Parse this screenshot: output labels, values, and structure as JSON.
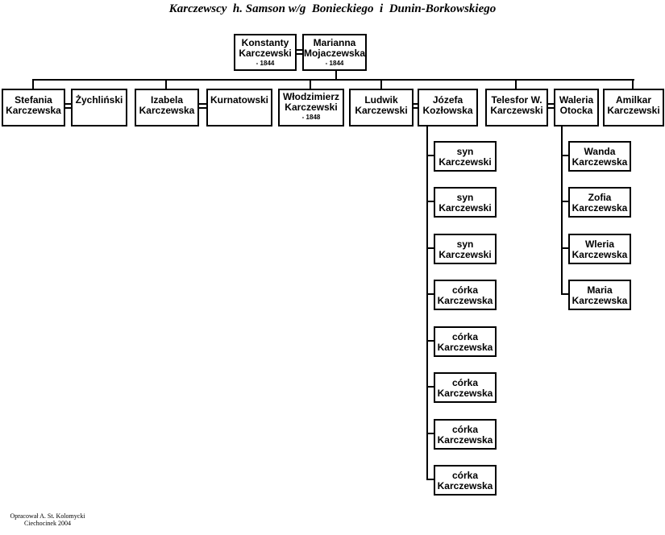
{
  "title": "Karczewscy  h. Samson w/g  Bonieckiego  i  Dunin-Borkowskiego",
  "credit": {
    "line1": "Opracował A. St. Kolomycki",
    "line2": "Ciechocinek 2004"
  },
  "colors": {
    "background": "#ffffff",
    "line": "#000000",
    "text": "#000000"
  },
  "people": {
    "konstanty": {
      "name": "Konstanty\nKarczewski",
      "date": "- 1844"
    },
    "marianna": {
      "name": "Marianna\nMojaczewska",
      "date": "- 1844"
    },
    "stefania": {
      "name": "Stefania\nKarczewska"
    },
    "zychlinski": {
      "name": "Żychliński"
    },
    "izabela": {
      "name": "Izabela\nKarczewska"
    },
    "kurnatowski": {
      "name": "Kurnatowski"
    },
    "wlodzimierz": {
      "name": "Włodzimierz\nKarczewski",
      "date": "- 1848"
    },
    "ludwik": {
      "name": "Ludwik\nKarczewski"
    },
    "jozefa": {
      "name": "Józefa\nKozłowska"
    },
    "telesfor": {
      "name": "Telesfor W.\nKarczewski"
    },
    "waleria": {
      "name": "Waleria\nOtocka"
    },
    "amilkar": {
      "name": "Amilkar\nKarczewski"
    },
    "syn1": {
      "name": "syn\nKarczewski"
    },
    "syn2": {
      "name": "syn\nKarczewski"
    },
    "syn3": {
      "name": "syn\nKarczewski"
    },
    "corka1": {
      "name": "córka\nKarczewska"
    },
    "corka2": {
      "name": "córka\nKarczewska"
    },
    "corka3": {
      "name": "córka\nKarczewska"
    },
    "corka4": {
      "name": "córka\nKarczewska"
    },
    "corka5": {
      "name": "córka\nKarczewska"
    },
    "wanda": {
      "name": "Wanda\nKarczewska"
    },
    "zofia": {
      "name": "Zofia\nKarczewska"
    },
    "wleria": {
      "name": "Wleria\nKarczewska"
    },
    "maria": {
      "name": "Maria\nKarczewska"
    }
  }
}
